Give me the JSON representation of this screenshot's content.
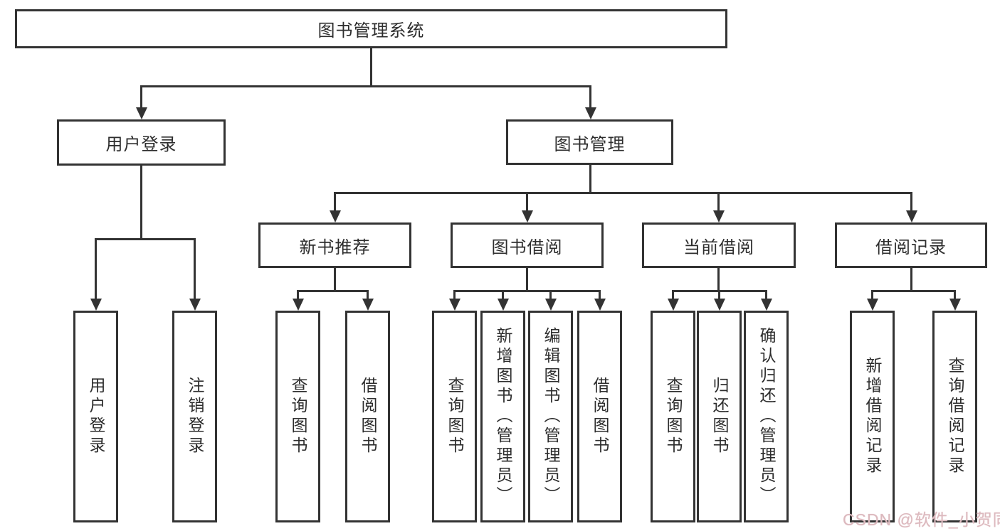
{
  "diagram": {
    "title": "图书管理系统",
    "root": {
      "label": "图书管理系统"
    },
    "level1": [
      {
        "label": "用户登录"
      },
      {
        "label": "图书管理"
      }
    ],
    "level2": [
      {
        "label": "新书推荐",
        "parent": "图书管理"
      },
      {
        "label": "图书借阅",
        "parent": "图书管理"
      },
      {
        "label": "当前借阅",
        "parent": "图书管理"
      },
      {
        "label": "借阅记录",
        "parent": "图书管理"
      }
    ],
    "leaves": [
      {
        "label": "用户登录",
        "parent": "用户登录"
      },
      {
        "label": "注销登录",
        "parent": "用户登录"
      },
      {
        "label": "查询图书",
        "parent": "新书推荐"
      },
      {
        "label": "借阅图书",
        "parent": "新书推荐"
      },
      {
        "label": "查询图书",
        "parent": "图书借阅"
      },
      {
        "label": "新增图书（管理员）",
        "parent": "图书借阅"
      },
      {
        "label": "编辑图书（管理员）",
        "parent": "图书借阅"
      },
      {
        "label": "借阅图书",
        "parent": "图书借阅"
      },
      {
        "label": "查询图书",
        "parent": "当前借阅"
      },
      {
        "label": "归还图书",
        "parent": "当前借阅"
      },
      {
        "label": "确认归还（管理员）",
        "parent": "当前借阅"
      },
      {
        "label": "新增借阅记录",
        "parent": "借阅记录"
      },
      {
        "label": "查询借阅记录",
        "parent": "借阅记录"
      }
    ],
    "colors": {
      "line": "#333333",
      "text": "#2d2d2d",
      "box_fill": "#ffffff"
    }
  },
  "watermark": {
    "text": "CSDN @软件_小贺同学",
    "color": "#dcb9be"
  }
}
